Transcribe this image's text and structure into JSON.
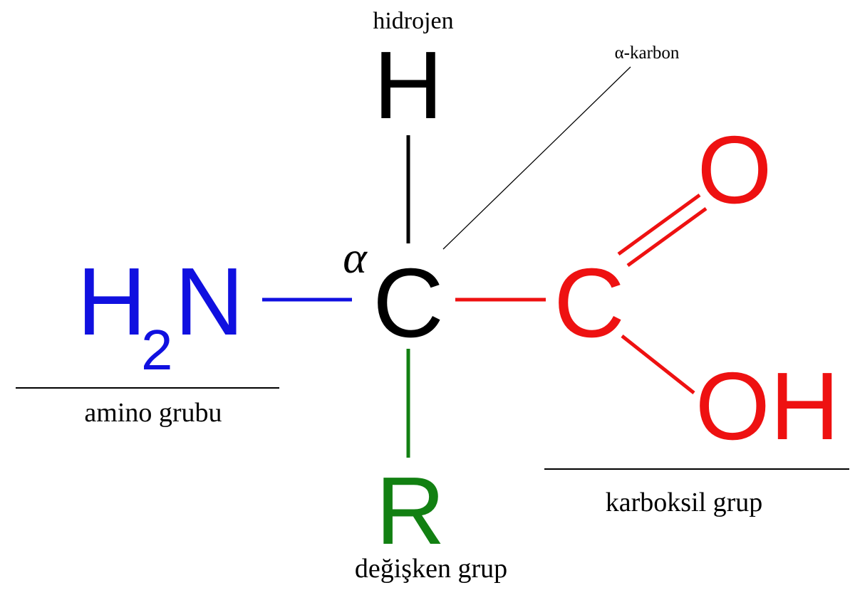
{
  "colors": {
    "amino": "#1010e0",
    "carboxyl": "#ee1111",
    "side_chain": "#128012",
    "core": "#000000"
  },
  "atoms": {
    "hydrogen": "H",
    "alpha_symbol": "α",
    "alpha_carbon": "C",
    "amino_h": "H",
    "amino_subscript": "2",
    "amino_n": "N",
    "carboxyl_c": "C",
    "carboxyl_o": "O",
    "carboxyl_oh": "OH",
    "side_chain_r": "R"
  },
  "labels": {
    "hydrogen": "hidrojen",
    "alpha_carbon": "α-karbon",
    "amino_group": "amino grubu",
    "carboxyl_group": "karboksil grup",
    "variable_group": "değişken grup"
  }
}
